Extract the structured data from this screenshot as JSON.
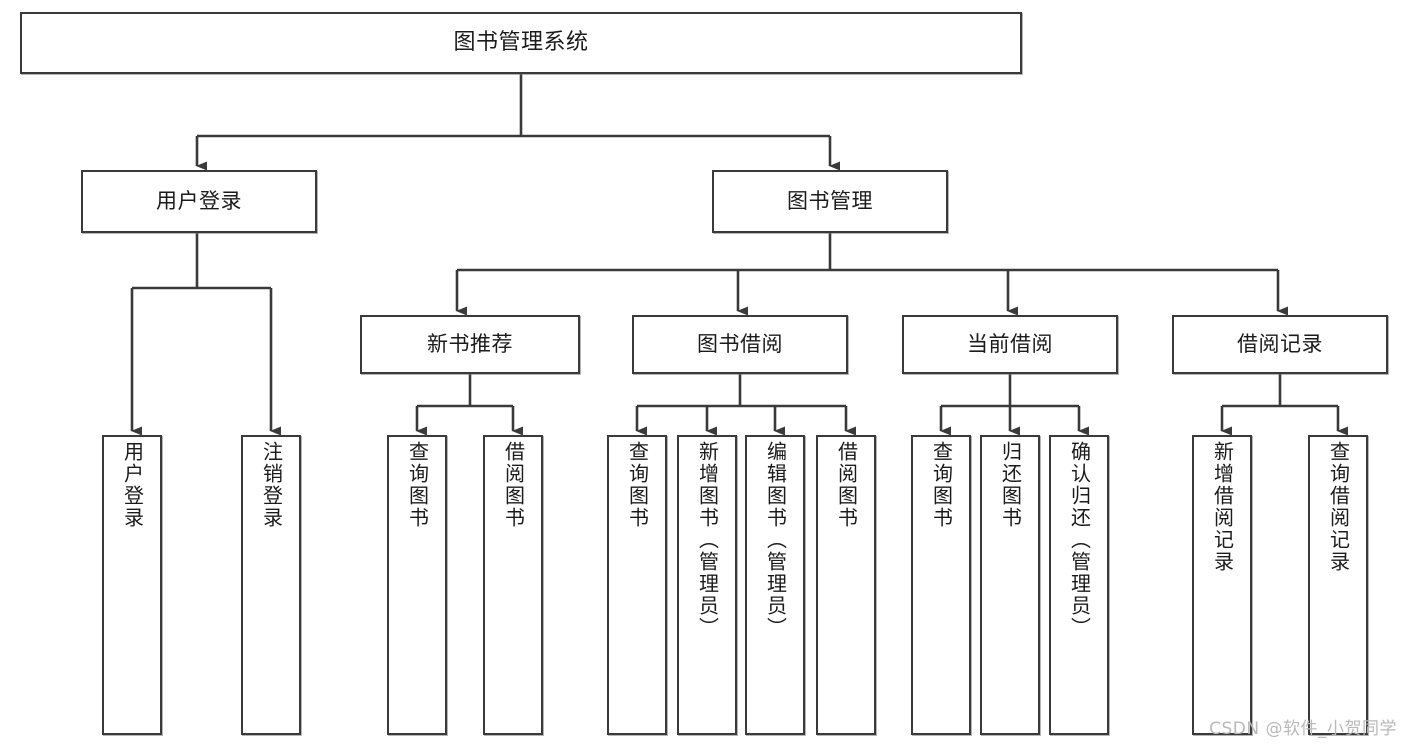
{
  "diagram": {
    "title": "图书管理系统",
    "type": "tree",
    "watermark": "CSDN @软件_小贺同学",
    "colors": {
      "stroke": "#3a3a3a",
      "box_fill": "#ffffff",
      "text": "#1b1b1b",
      "watermark": "#b9b9b9",
      "background": "#ffffff"
    },
    "nodes": {
      "root": {
        "label": "图书管理系统",
        "level": 1
      },
      "user_login": {
        "label": "用户登录",
        "level": 2
      },
      "book_manage": {
        "label": "图书管理",
        "level": 2
      },
      "new_book_rec": {
        "label": "新书推荐",
        "level": 3
      },
      "book_borrow": {
        "label": "图书借阅",
        "level": 3
      },
      "current_borrow": {
        "label": "当前借阅",
        "level": 3
      },
      "borrow_record": {
        "label": "借阅记录",
        "level": 3
      },
      "leaf_user_login": {
        "label": "用户登录",
        "level": 4
      },
      "leaf_logout_login": {
        "label": "注销登录",
        "level": 4
      },
      "leaf_query_book_a": {
        "label": "查询图书",
        "level": 4
      },
      "leaf_borrow_book_a": {
        "label": "借阅图书",
        "level": 4
      },
      "leaf_query_book_b": {
        "label": "查询图书",
        "level": 4
      },
      "leaf_add_book": {
        "label": "新增图书（管理员）",
        "level": 4
      },
      "leaf_edit_book": {
        "label": "编辑图书（管理员）",
        "level": 4
      },
      "leaf_borrow_book_b": {
        "label": "借阅图书",
        "level": 4
      },
      "leaf_query_book_c": {
        "label": "查询图书",
        "level": 4
      },
      "leaf_return_book": {
        "label": "归还图书",
        "level": 4
      },
      "leaf_confirm_return": {
        "label": "确认归还（管理员）",
        "level": 4
      },
      "leaf_add_record": {
        "label": "新增借阅记录",
        "level": 4
      },
      "leaf_query_record": {
        "label": "查询借阅记录",
        "level": 4
      }
    },
    "edges": [
      {
        "from": "root",
        "to": "user_login"
      },
      {
        "from": "root",
        "to": "book_manage"
      },
      {
        "from": "user_login",
        "to": "leaf_user_login"
      },
      {
        "from": "user_login",
        "to": "leaf_logout_login"
      },
      {
        "from": "book_manage",
        "to": "new_book_rec"
      },
      {
        "from": "book_manage",
        "to": "book_borrow"
      },
      {
        "from": "book_manage",
        "to": "current_borrow"
      },
      {
        "from": "book_manage",
        "to": "borrow_record"
      },
      {
        "from": "new_book_rec",
        "to": "leaf_query_book_a"
      },
      {
        "from": "new_book_rec",
        "to": "leaf_borrow_book_a"
      },
      {
        "from": "book_borrow",
        "to": "leaf_query_book_b"
      },
      {
        "from": "book_borrow",
        "to": "leaf_add_book"
      },
      {
        "from": "book_borrow",
        "to": "leaf_edit_book"
      },
      {
        "from": "book_borrow",
        "to": "leaf_borrow_book_b"
      },
      {
        "from": "current_borrow",
        "to": "leaf_query_book_c"
      },
      {
        "from": "current_borrow",
        "to": "leaf_return_book"
      },
      {
        "from": "current_borrow",
        "to": "leaf_confirm_return"
      },
      {
        "from": "borrow_record",
        "to": "leaf_add_record"
      },
      {
        "from": "borrow_record",
        "to": "leaf_query_record"
      }
    ]
  }
}
